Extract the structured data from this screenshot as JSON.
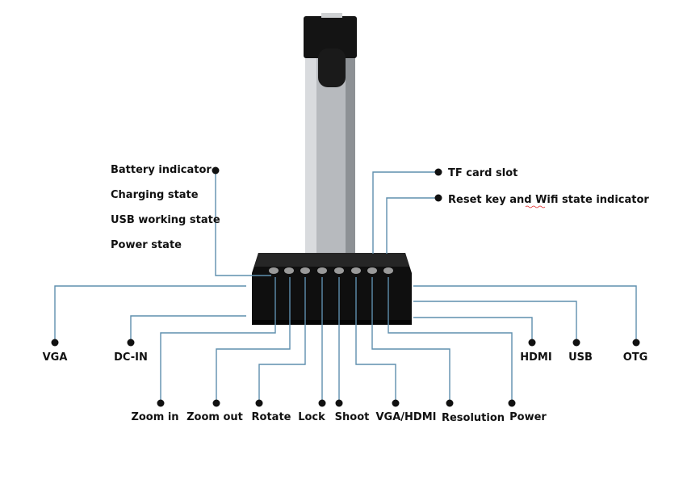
{
  "colors": {
    "leader": "#5f8fae",
    "dot": "#111111",
    "base": "#0d0d0d",
    "pole": "#b9bcc0",
    "cap": "#141414",
    "button": "#9a9a9a"
  },
  "labels": {
    "battery": "Battery indicator",
    "charging": "Charging state",
    "usb_working": "USB working state",
    "power_state": "Power state",
    "tf_card": "TF card slot",
    "reset_wifi": "Reset key and Wifi state indicator",
    "vga": "VGA",
    "dc_in": "DC-IN",
    "hdmi": "HDMI",
    "usb": "USB",
    "otg": "OTG",
    "zoom_in": "Zoom in",
    "zoom_out": "Zoom out",
    "rotate": "Rotate",
    "lock": "Lock",
    "shoot": "Shoot",
    "vga_hdmi": "VGA/HDMI",
    "resolution": "Resolution",
    "power": "Power"
  }
}
